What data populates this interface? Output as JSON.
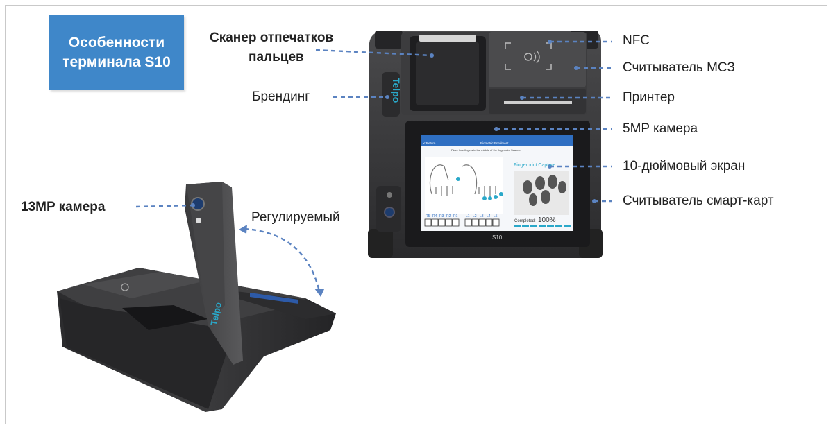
{
  "title": {
    "line1": "Особенности",
    "line2": "терминала S10"
  },
  "labels": {
    "fingerprint_scanner_l1": "Сканер отпечатков",
    "fingerprint_scanner_l2": "пальцев",
    "branding": "Брендинг",
    "nfc": "NFC",
    "mrz_reader": "Считыватель МСЗ",
    "printer": "Принтер",
    "camera_5mp": "5MP камера",
    "screen": "10-дюймовый экран",
    "smartcard_reader": "Считыватель смарт-карт",
    "camera_13mp": "13MP камера",
    "adjustable": "Регулируемый"
  },
  "screen_ui": {
    "nav_title": "Biometric Enrolment",
    "nav_back": "< Return",
    "instruction": "Place four fingers in the middle of the fingerprint Scanner",
    "capture_title": "Fingerprint Capture",
    "fingers_right": [
      "R5",
      "R4",
      "R3",
      "R2",
      "R1"
    ],
    "fingers_left": [
      "L1",
      "L2",
      "L3",
      "L4",
      "L5"
    ],
    "completed_label": "Completed:",
    "completed_value": "100%",
    "model": "S10"
  },
  "brand_text": "Telpo",
  "colors": {
    "accent": "#3f87c9",
    "dash": "#5b83c1",
    "screen_nav": "#2f6fc2"
  }
}
